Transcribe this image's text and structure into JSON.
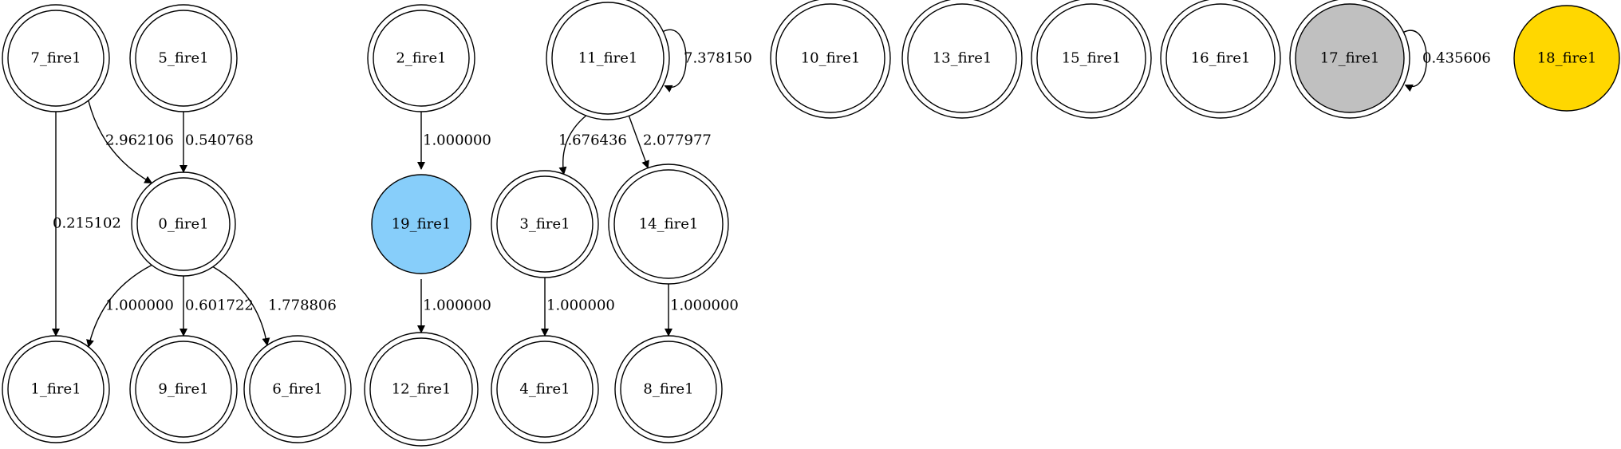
{
  "nodes": [
    {
      "id": "7_fire1",
      "label": "7_fire1",
      "fill": "#ffffff",
      "double": true
    },
    {
      "id": "5_fire1",
      "label": "5_fire1",
      "fill": "#ffffff",
      "double": true
    },
    {
      "id": "0_fire1",
      "label": "0_fire1",
      "fill": "#ffffff",
      "double": true
    },
    {
      "id": "1_fire1",
      "label": "1_fire1",
      "fill": "#ffffff",
      "double": true
    },
    {
      "id": "9_fire1",
      "label": "9_fire1",
      "fill": "#ffffff",
      "double": true
    },
    {
      "id": "6_fire1",
      "label": "6_fire1",
      "fill": "#ffffff",
      "double": true
    },
    {
      "id": "2_fire1",
      "label": "2_fire1",
      "fill": "#ffffff",
      "double": true
    },
    {
      "id": "19_fire1",
      "label": "19_fire1",
      "fill": "#87cefa",
      "double": false
    },
    {
      "id": "12_fire1",
      "label": "12_fire1",
      "fill": "#ffffff",
      "double": true
    },
    {
      "id": "11_fire1",
      "label": "11_fire1",
      "fill": "#ffffff",
      "double": true
    },
    {
      "id": "3_fire1",
      "label": "3_fire1",
      "fill": "#ffffff",
      "double": true
    },
    {
      "id": "4_fire1",
      "label": "4_fire1",
      "fill": "#ffffff",
      "double": true
    },
    {
      "id": "14_fire1",
      "label": "14_fire1",
      "fill": "#ffffff",
      "double": true
    },
    {
      "id": "8_fire1",
      "label": "8_fire1",
      "fill": "#ffffff",
      "double": true
    },
    {
      "id": "10_fire1",
      "label": "10_fire1",
      "fill": "#ffffff",
      "double": true
    },
    {
      "id": "13_fire1",
      "label": "13_fire1",
      "fill": "#ffffff",
      "double": true
    },
    {
      "id": "15_fire1",
      "label": "15_fire1",
      "fill": "#ffffff",
      "double": true
    },
    {
      "id": "16_fire1",
      "label": "16_fire1",
      "fill": "#ffffff",
      "double": true
    },
    {
      "id": "17_fire1",
      "label": "17_fire1",
      "fill": "#c0c0c0",
      "double": true
    },
    {
      "id": "18_fire1",
      "label": "18_fire1",
      "fill": "#ffd700",
      "double": false
    }
  ],
  "edges": [
    {
      "from": "7_fire1",
      "to": "0_fire1",
      "label": "2.962106"
    },
    {
      "from": "7_fire1",
      "to": "1_fire1",
      "label": "0.215102"
    },
    {
      "from": "5_fire1",
      "to": "0_fire1",
      "label": "0.540768"
    },
    {
      "from": "0_fire1",
      "to": "1_fire1",
      "label": "1.000000"
    },
    {
      "from": "0_fire1",
      "to": "9_fire1",
      "label": "0.601722"
    },
    {
      "from": "0_fire1",
      "to": "6_fire1",
      "label": "1.778806"
    },
    {
      "from": "2_fire1",
      "to": "19_fire1",
      "label": "1.000000"
    },
    {
      "from": "19_fire1",
      "to": "12_fire1",
      "label": "1.000000"
    },
    {
      "from": "11_fire1",
      "to": "11_fire1",
      "label": "7.378150"
    },
    {
      "from": "11_fire1",
      "to": "3_fire1",
      "label": "1.676436"
    },
    {
      "from": "11_fire1",
      "to": "14_fire1",
      "label": "2.077977"
    },
    {
      "from": "3_fire1",
      "to": "4_fire1",
      "label": "1.000000"
    },
    {
      "from": "14_fire1",
      "to": "8_fire1",
      "label": "1.000000"
    },
    {
      "from": "17_fire1",
      "to": "17_fire1",
      "label": "0.435606"
    }
  ]
}
